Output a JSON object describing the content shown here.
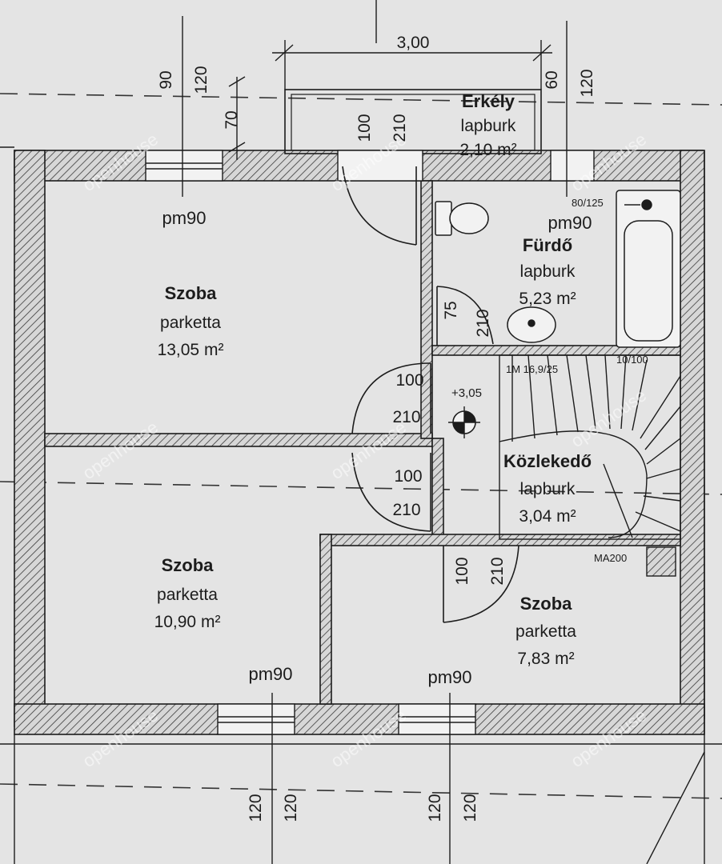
{
  "colors": {
    "paper": "#e4e4e4",
    "ink": "#1c1c1c",
    "wall_fill": "#d7d7d7"
  },
  "rooms": {
    "balcony": {
      "name": "Erkély",
      "floor": "lapburk",
      "area": "2,10 m²"
    },
    "bathroom": {
      "name": "Fürdő",
      "floor": "lapburk",
      "area": "5,23 m²"
    },
    "corridor": {
      "name": "Közlekedő",
      "floor": "lapburk",
      "area": "3,04 m²"
    },
    "room_nw": {
      "name": "Szoba",
      "floor": "parketta",
      "area": "13,05 m²"
    },
    "room_sw": {
      "name": "Szoba",
      "floor": "parketta",
      "area": "10,90 m²"
    },
    "room_se": {
      "name": "Szoba",
      "floor": "parketta",
      "area": "7,83 m²"
    }
  },
  "window_tags": {
    "nw": "pm90",
    "bath": "pm90",
    "sw": "pm90",
    "se": "pm90"
  },
  "dimensions": {
    "balcony_width": "3,00",
    "top_left_a": "90",
    "top_left_b": "120",
    "top_left_c": "70",
    "top_right_a": "60",
    "top_right_b": "120",
    "balcony_door_w": "100",
    "balcony_door_h": "210",
    "bath_door_w": "75",
    "bath_door_h": "210",
    "door_nw_w": "100",
    "door_nw_h": "210",
    "door_sw_w": "100",
    "door_sw_h": "210",
    "door_se_w": "100",
    "door_se_h": "210",
    "bottom_1": "120",
    "bottom_2": "120",
    "bottom_3": "120",
    "bottom_4": "120"
  },
  "annotations": {
    "tub": "80/125",
    "stair": "1M 16,9/25",
    "radiator": "10/100",
    "level": "+3,05",
    "ma": "MA200"
  },
  "watermark": "openhouse",
  "icons": [
    "toilet-icon",
    "sink-icon",
    "bathtub-icon",
    "level-marker-icon",
    "staircase-icon"
  ]
}
